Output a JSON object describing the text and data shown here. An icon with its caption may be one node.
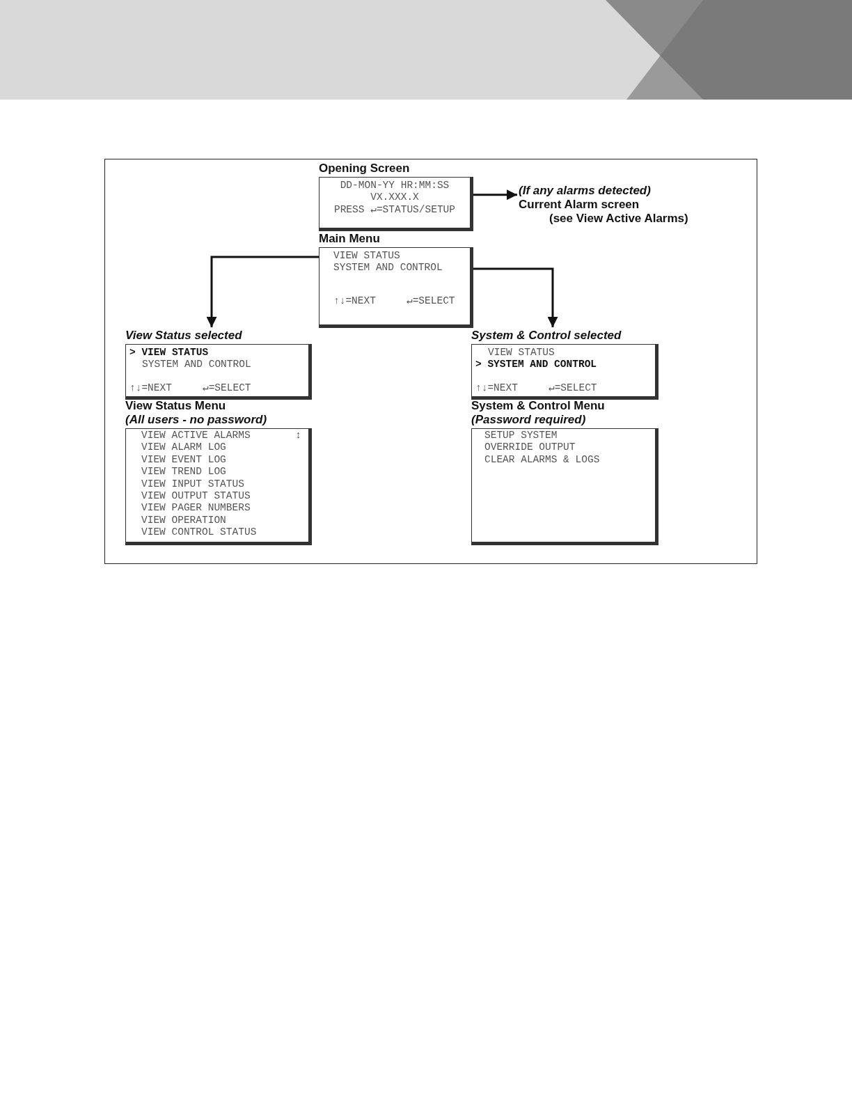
{
  "diagram": {
    "nodes": [
      {
        "text": [
          "Opening Screen",
          "DD-MON-YY HR:MM:SS",
          "VX.XXX.X",
          "PRESS ↵=STATUS/SETUP"
        ]
      },
      {
        "text": [
          "(If any alarms detected)",
          "Current Alarm screen",
          "(see View Active Alarms)"
        ]
      },
      {
        "text": [
          "Main Menu",
          "VIEW STATUS",
          "SYSTEM AND CONTROL",
          "↑↓=NEXT",
          "↵=SELECT"
        ]
      },
      {
        "text": [
          "View Status selected",
          "> VIEW STATUS",
          "SYSTEM AND CONTROL",
          "↑↓=NEXT",
          "↵=SELECT"
        ]
      },
      {
        "text": [
          "System & Control selected",
          "VIEW STATUS",
          "> SYSTEM AND CONTROL",
          "↑↓=NEXT",
          "↵=SELECT"
        ]
      },
      {
        "text": [
          "View Status Menu",
          "(All users - no password)",
          "VIEW ACTIVE ALARMS",
          "↕",
          "VIEW ALARM LOG",
          "VIEW EVENT LOG",
          "VIEW TREND LOG",
          "VIEW INPUT STATUS",
          "VIEW OUTPUT STATUS",
          "VIEW PAGER NUMBERS",
          "VIEW OPERATION",
          "VIEW CONTROL STATUS"
        ]
      },
      {
        "text": [
          "System & Control Menu",
          "(Password required)",
          "SETUP SYSTEM",
          "OVERRIDE OUTPUT",
          "CLEAR ALARMS & LOGS"
        ]
      }
    ],
    "edges": [
      {
        "from": 0,
        "to": 1,
        "arrow": "to"
      },
      {
        "from": 2,
        "to": 3,
        "arrow": "to"
      },
      {
        "from": 2,
        "to": 4,
        "arrow": "to"
      }
    ]
  }
}
